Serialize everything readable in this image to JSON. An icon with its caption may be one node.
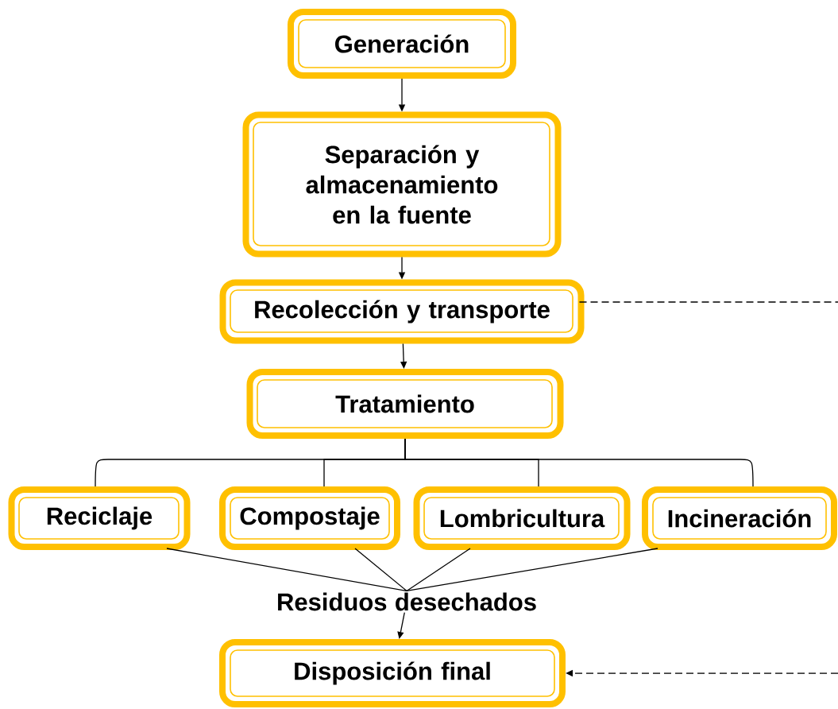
{
  "diagram": {
    "nodes": [
      {
        "text": [
          "Generación"
        ]
      },
      {
        "text": [
          "Separación y almacenamiento en la fuente"
        ]
      },
      {
        "text": [
          "Recolección y transporte"
        ]
      },
      {
        "text": [
          "Tratamiento"
        ]
      },
      {
        "text": [
          "Reciclaje"
        ]
      },
      {
        "text": [
          "Compostaje"
        ]
      },
      {
        "text": [
          "Lombricultura"
        ]
      },
      {
        "text": [
          "Incineración"
        ]
      },
      {
        "text": [
          "Residuos desechados"
        ]
      },
      {
        "text": [
          "Disposición final"
        ]
      }
    ],
    "edges": [
      {
        "from": 0,
        "to": 1,
        "arrow": "to"
      },
      {
        "from": 1,
        "to": 2,
        "arrow": "to"
      },
      {
        "from": 2,
        "to": null,
        "arrow": "none",
        "style": "dashed"
      },
      {
        "from": 2,
        "to": 3,
        "arrow": "to"
      },
      {
        "from": 3,
        "to": 4,
        "arrow": "none"
      },
      {
        "from": 3,
        "to": 5,
        "arrow": "none"
      },
      {
        "from": 3,
        "to": 6,
        "arrow": "none"
      },
      {
        "from": 3,
        "to": 7,
        "arrow": "none"
      },
      {
        "from": 4,
        "to": 8,
        "arrow": "none"
      },
      {
        "from": 5,
        "to": 8,
        "arrow": "none"
      },
      {
        "from": 6,
        "to": 8,
        "arrow": "none"
      },
      {
        "from": 7,
        "to": 8,
        "arrow": "none"
      },
      {
        "from": 8,
        "to": 9,
        "arrow": "to"
      },
      {
        "from": null,
        "to": 9,
        "arrow": "to",
        "style": "dashed"
      }
    ]
  }
}
